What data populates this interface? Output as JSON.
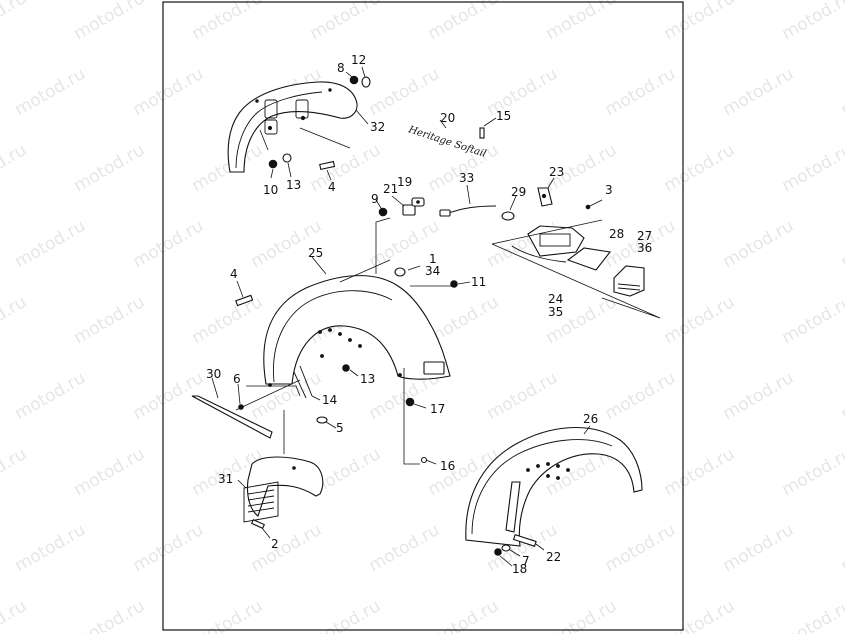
{
  "watermark": {
    "text": "motod.ru"
  },
  "callouts": {
    "c1": "1",
    "c2": "2",
    "c3": "3",
    "c4a": "4",
    "c4b": "4",
    "c5": "5",
    "c6": "6",
    "c7": "7",
    "c8": "8",
    "c9": "9",
    "c10": "10",
    "c11": "11",
    "c12": "12",
    "c13a": "13",
    "c13b": "13",
    "c14": "14",
    "c15": "15",
    "c16": "16",
    "c17": "17",
    "c18": "18",
    "c19": "19",
    "c20": "20",
    "c21": "21",
    "c22": "22",
    "c23": "23",
    "c24": "24",
    "c25": "25",
    "c26": "26",
    "c27": "27",
    "c28": "28",
    "c29": "29",
    "c30": "30",
    "c31": "31",
    "c32": "32",
    "c33": "33",
    "c34": "34",
    "c35": "35",
    "c36": "36"
  },
  "emblem_text": "Heritage Softail"
}
